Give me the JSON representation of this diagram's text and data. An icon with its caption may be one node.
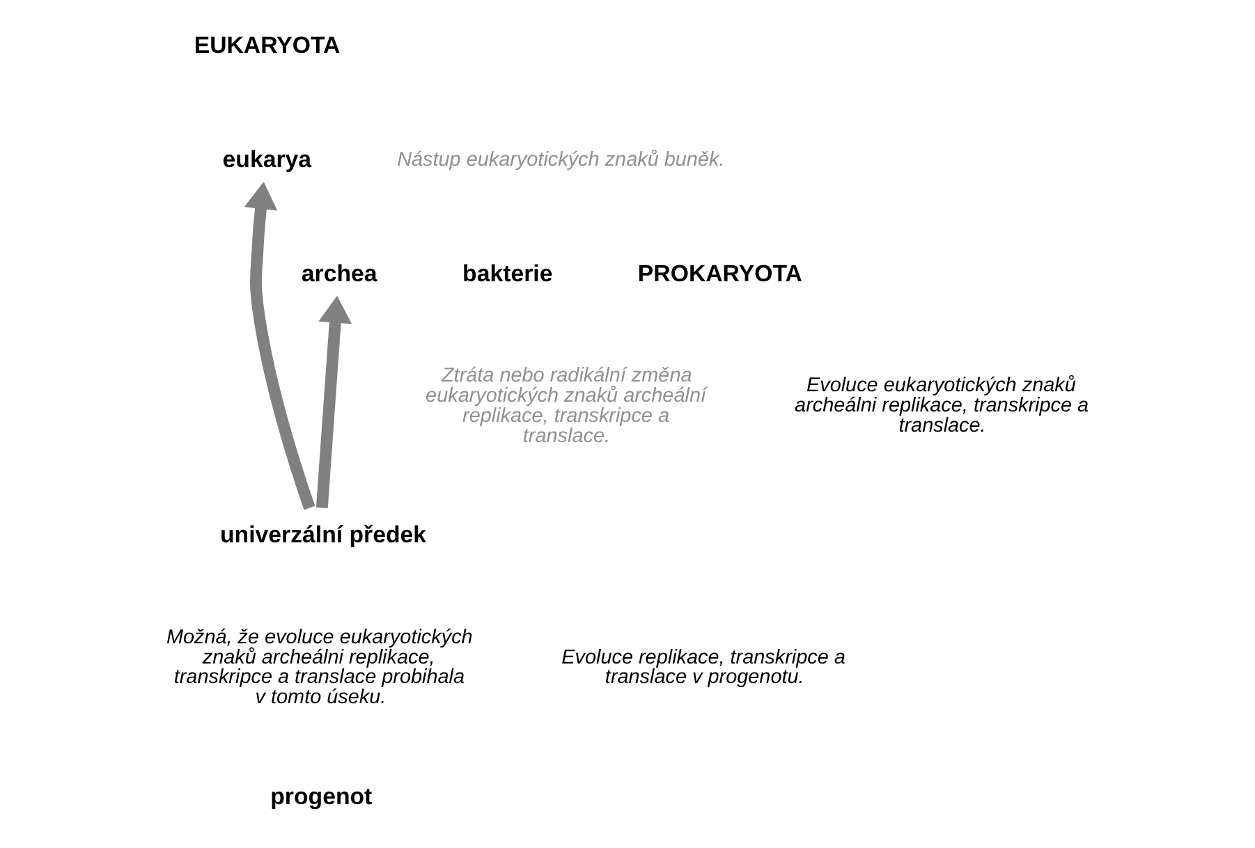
{
  "diagram": {
    "nodes": [
      {
        "text": [
          "eukarya"
        ]
      },
      {
        "text": [
          "archea"
        ]
      },
      {
        "text": [
          "univerzální předek"
        ]
      }
    ],
    "edges": [
      {
        "from": 2,
        "to": 1,
        "arrow": "to"
      },
      {
        "from": 2,
        "to": 0,
        "arrow": "to"
      }
    ],
    "labels": [
      "EUKARYOTA",
      "Nástup eukaryotických znaků buněk.",
      "bakterie",
      "Ztráta nebo radikální změna eukaryotických znaků archeální replikace, transkripce a translace.",
      "PROKARYOTA",
      "Evoluce eukaryotických znaků archeálni replikace, transkripce a translace.",
      "Možná, že evoluce eukaryotických znaků archeálni replikace, transkripce a translace probihala v tomto úseku.",
      "Evoluce replikace, transkripce a translace v progenotu.",
      "progenot"
    ]
  }
}
